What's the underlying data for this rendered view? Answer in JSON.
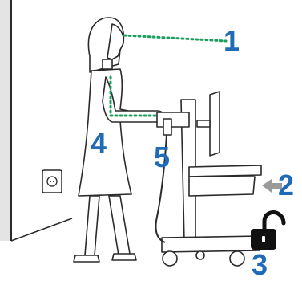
{
  "colors": {
    "accent": "#1F6BB5",
    "guide": "#1E9E5E",
    "outline": "#2a2a2a",
    "wall": "#cfcfcf"
  },
  "labels": {
    "n1": "1",
    "n2": "2",
    "n3": "3",
    "n4": "4",
    "n5": "5"
  },
  "icons": {
    "arrow": "left-arrow-icon",
    "lock": "unlocked-padlock-icon",
    "outlet": "wall-outlet-icon"
  }
}
